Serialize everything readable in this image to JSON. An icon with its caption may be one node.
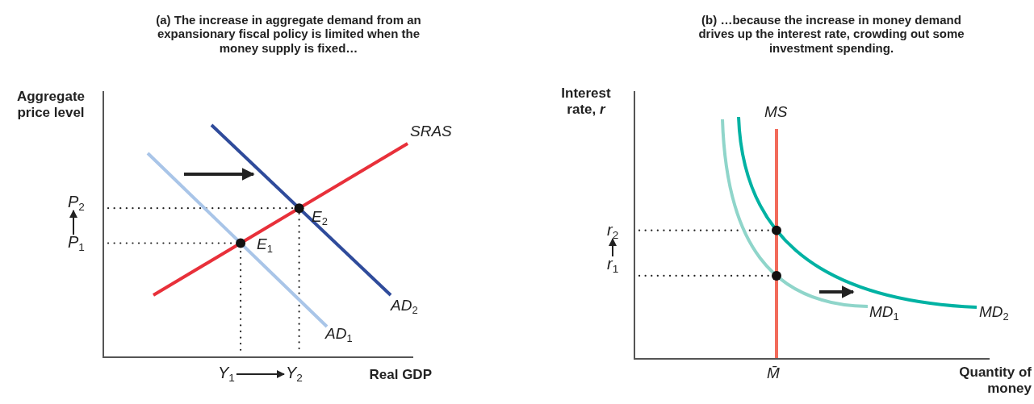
{
  "diagram": {
    "nodes": [
      {
        "text": [
          "P$_{2}$"
        ]
      },
      {
        "text": [
          "P$_{1}$"
        ]
      },
      {
        "text": [
          "Y$_{1}$"
        ]
      },
      {
        "text": [
          "Y$_{2}$"
        ]
      },
      {
        "text": [
          "r$_{2}$"
        ]
      },
      {
        "text": [
          "r$_{1}$"
        ]
      }
    ],
    "edges": [
      {
        "from": 1,
        "to": 0,
        "arrow": "to"
      },
      {
        "from": 2,
        "to": 3,
        "arrow": "to"
      },
      {
        "from": 5,
        "to": 4,
        "arrow": "to"
      }
    ],
    "labels": [
      "(a) The increase in aggregate demand from an expansionary fiscal policy is limited when the money supply is fixed…",
      "(b) …because the increase in money demand drives up the interest rate, crowding out some investment spending.",
      "Aggregate price level",
      "SRAS",
      "E$_{2}$",
      "E$_{1}$",
      "AD$_{2}$",
      "AD$_{1}$",
      "Real GDP",
      "Interest rate, *r*",
      "MS",
      "MD$_{1}$",
      "MD$_{2}$",
      "M̄",
      "Quantity of money"
    ]
  }
}
